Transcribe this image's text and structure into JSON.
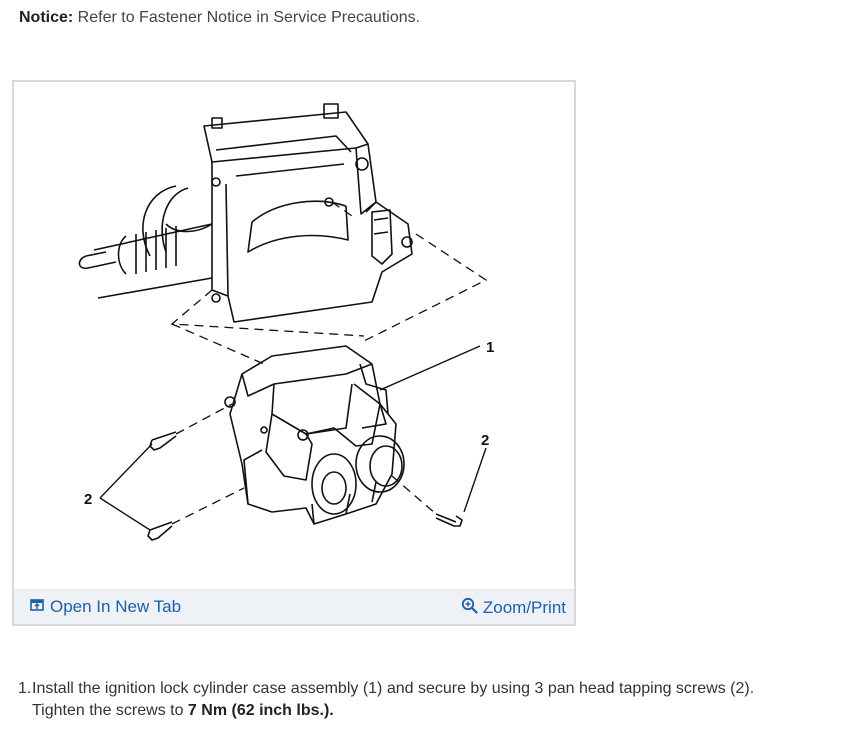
{
  "notice": {
    "label": "Notice:",
    "text": " Refer to Fastener Notice in Service Precautions."
  },
  "figure": {
    "callouts": [
      "1",
      "2",
      "2"
    ],
    "open_link": "Open In New Tab",
    "zoom_link": "Zoom/Print",
    "icons": {
      "open": "open-new-tab-icon",
      "zoom": "zoom-magnifier-icon"
    },
    "link_color": "#1f5fa8"
  },
  "steps": [
    {
      "number": "1.",
      "text_line1": "Install the ignition lock cylinder case assembly (1) and secure by using 3 pan head tapping screws (2).",
      "text_line2_pre": "Tighten the screws to ",
      "torque": "7 Nm (62 inch lbs.)."
    }
  ]
}
